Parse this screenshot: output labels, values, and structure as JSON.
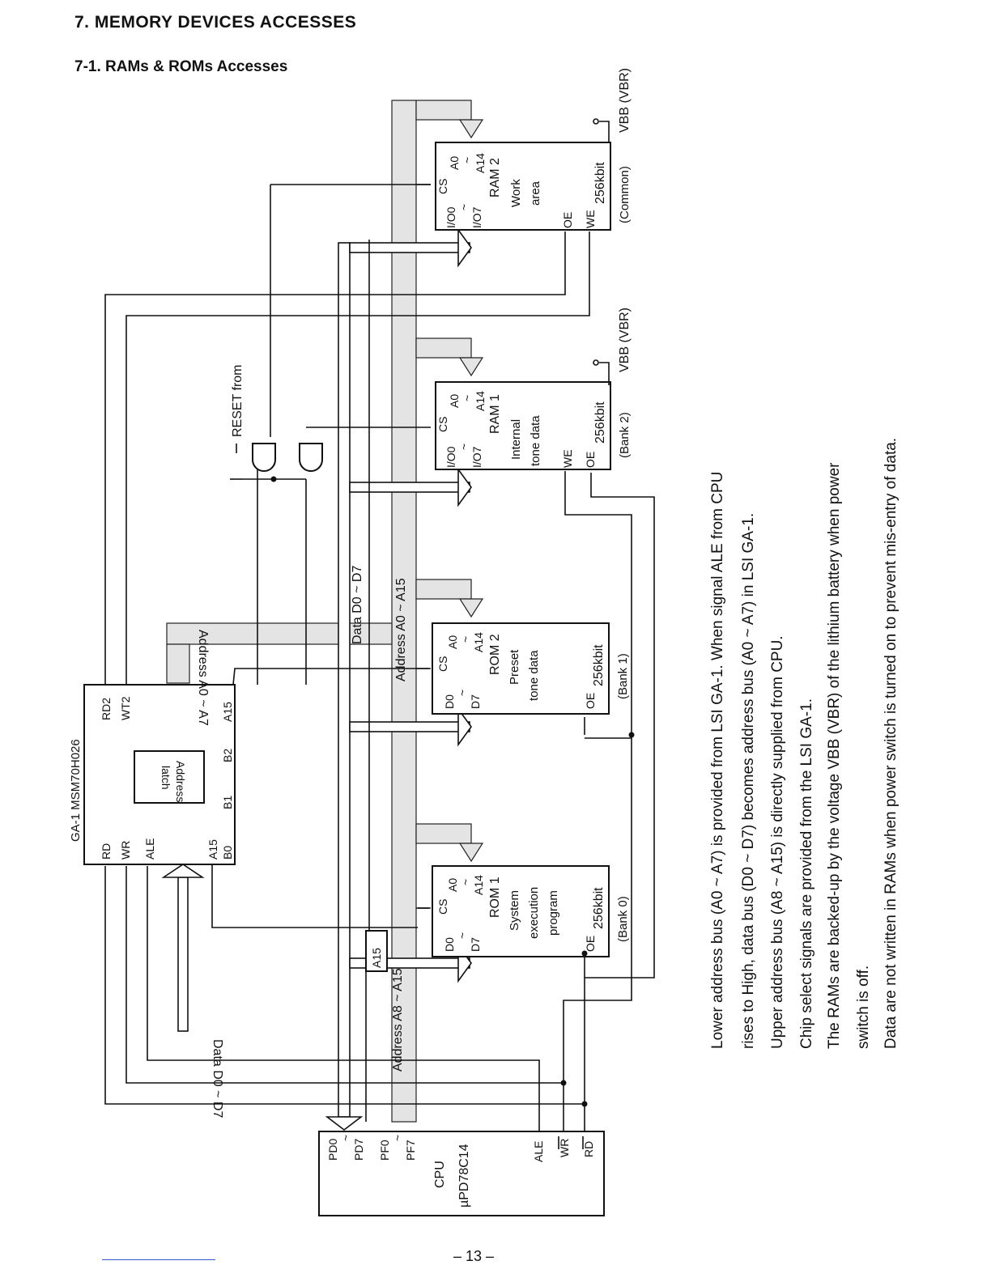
{
  "page": {
    "heading": "7.   MEMORY DEVICES ACCESSES",
    "subheading": "7-1. RAMs & ROMs Accesses",
    "page_number": "– 13 –"
  },
  "diagram": {
    "cpu": {
      "name": "CPU",
      "part": "µPD78C14",
      "pins": [
        "PD0",
        "~",
        "PD7",
        "PF0",
        "~",
        "PF7",
        "ALE",
        "WR",
        "RD"
      ]
    },
    "ga1": {
      "title": "GA-1  MSM70H026",
      "pins_top": [
        "RD2",
        "WT2"
      ],
      "pins_bottom": [
        "RD",
        "WR",
        "ALE"
      ],
      "pins_side": [
        "A15",
        "B0",
        "B1",
        "B2",
        "A15"
      ],
      "latch": [
        "Address",
        "latch"
      ]
    },
    "chips": [
      {
        "pins_a": [
          "D0",
          "~",
          "D7"
        ],
        "cs": "CS",
        "addr": [
          "A0",
          "~",
          "A14"
        ],
        "name": "ROM 1",
        "desc": [
          "System",
          "execution",
          "program"
        ],
        "ctrl": [
          "OE"
        ],
        "size": "256kbit",
        "bank": "(Bank 0)"
      },
      {
        "pins_a": [
          "D0",
          "~",
          "D7"
        ],
        "cs": "CS",
        "addr": [
          "A0",
          "~",
          "A14"
        ],
        "name": "ROM 2",
        "desc": [
          "Preset",
          "tone data"
        ],
        "ctrl": [
          "OE"
        ],
        "size": "256kbit",
        "bank": "(Bank 1)"
      },
      {
        "pins_a": [
          "I/O0",
          "~",
          "I/O7"
        ],
        "cs": "CS",
        "addr": [
          "A0",
          "~",
          "A14"
        ],
        "name": "RAM 1",
        "desc": [
          "Internal",
          "tone data"
        ],
        "ctrl": [
          "WE",
          "OE"
        ],
        "size": "256kbit",
        "bank": "(Bank 2)",
        "vbb": "VBB (VBR)"
      },
      {
        "pins_a": [
          "I/O0",
          "~",
          "I/O7"
        ],
        "cs": "CS",
        "addr": [
          "A0",
          "~",
          "A14"
        ],
        "name": "RAM 2",
        "desc": [
          "Work",
          "area"
        ],
        "ctrl": [
          "OE",
          "WE"
        ],
        "size": "256kbit",
        "bank": "(Common)",
        "vbb": "VBB (VBR)"
      }
    ],
    "bus_labels": {
      "data_cpu": "Data D0 ~ D7",
      "addr_low": "Address A0 ~ A7",
      "addr_high": "Address A8 ~ A15",
      "a15": "A15",
      "data_main": "Data D0 ~ D7",
      "addr_main": "Address A0 ~ A15",
      "reset": "RESET from"
    }
  },
  "notes": [
    "Lower address bus (A0 ~ A7) is provided from LSI GA-1.  When signal ALE from CPU",
    "rises to High, data bus (D0 ~ D7) becomes address bus (A0 ~ A7) in LSI GA-1.",
    "Upper address bus (A8 ~ A15) is directly supplied from CPU.",
    "Chip select signals are provided from the LSI GA-1.",
    "The RAMs are backed-up by the voltage VBB (VBR) of the lithium battery when power",
    "switch is off.",
    "Data are not written in RAMs when power switch is turned on to prevent mis-entry of data."
  ]
}
